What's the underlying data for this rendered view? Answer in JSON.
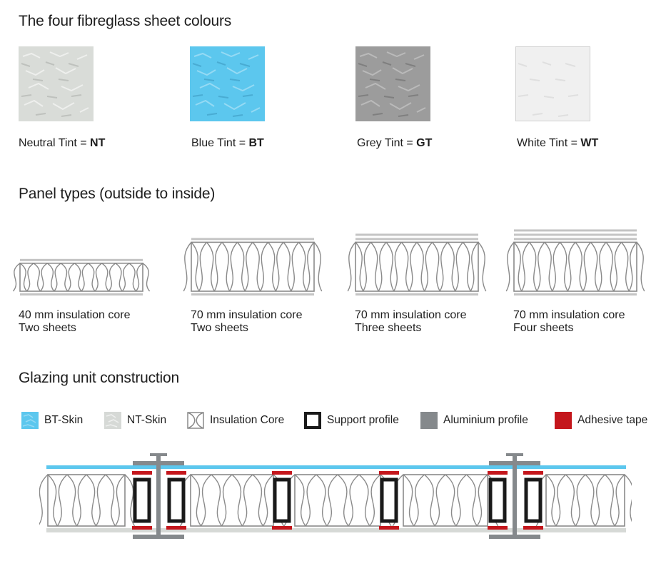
{
  "sections": {
    "colours_title": "The four fibreglass sheet colours",
    "panels_title": "Panel types (outside to inside)",
    "glazing_title": "Glazing unit construction"
  },
  "swatches": [
    {
      "label_text": "Neutral Tint = ",
      "code": "NT",
      "color": "#d9dcd8"
    },
    {
      "label_text": "Blue Tint = ",
      "code": "BT",
      "color": "#5cc7ee"
    },
    {
      "label_text": "Grey Tint = ",
      "code": "GT",
      "color": "#9c9c9c"
    },
    {
      "label_text": "White Tint = ",
      "code": "WT",
      "color": "#f0f0f0"
    }
  ],
  "panels": [
    {
      "line1": "40 mm insulation core",
      "line2": "Two sheets",
      "core_mm": 40,
      "sheets": 2
    },
    {
      "line1": "70 mm insulation core",
      "line2": "Two sheets",
      "core_mm": 70,
      "sheets": 2
    },
    {
      "line1": "70 mm insulation core",
      "line2": "Three sheets",
      "core_mm": 70,
      "sheets": 3
    },
    {
      "line1": "70 mm insulation core",
      "line2": "Four sheets",
      "core_mm": 70,
      "sheets": 4
    }
  ],
  "legend": [
    {
      "label": "BT-Skin",
      "icon": "bt-skin-icon"
    },
    {
      "label": "NT-Skin",
      "icon": "nt-skin-icon"
    },
    {
      "label": "Insulation Core",
      "icon": "insulation-core-icon"
    },
    {
      "label": "Support profile",
      "icon": "support-profile-icon"
    },
    {
      "label": "Aluminium profile",
      "icon": "aluminium-profile-icon"
    },
    {
      "label": "Adhesive tape",
      "icon": "adhesive-tape-icon"
    }
  ],
  "colors": {
    "bt_skin": "#5cc7ee",
    "nt_skin": "#d6d9d6",
    "insulation_stroke": "#8a8a8a",
    "support_profile": "#1a1a1a",
    "aluminium_profile": "#85898c",
    "adhesive_tape": "#c4161c",
    "sheet_line": "#c4c4c4"
  }
}
